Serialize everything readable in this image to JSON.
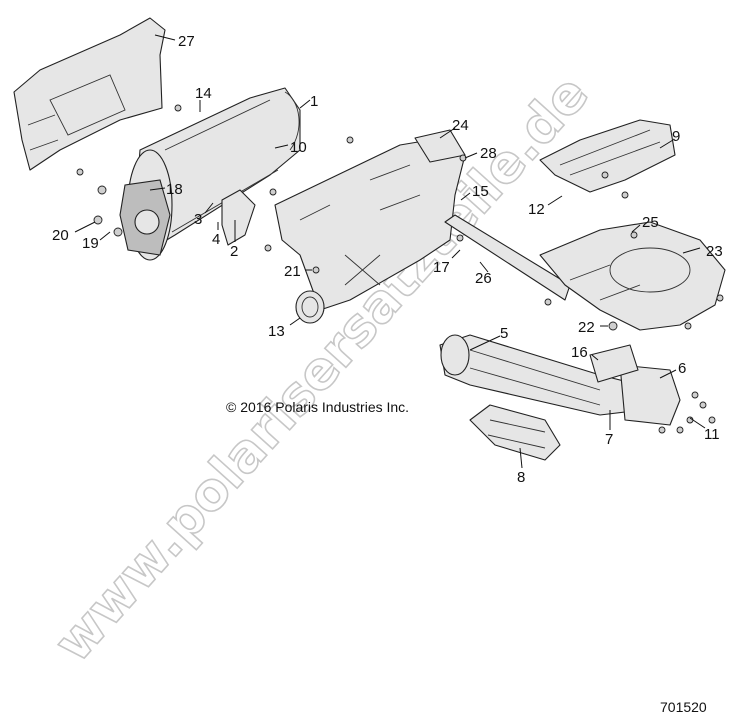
{
  "copyright": "© 2016 Polaris Industries Inc.",
  "reference_number": "701520",
  "watermark": "www.polarisersatzteile.de",
  "callouts": {
    "c1": "1",
    "c2": "2",
    "c3": "3",
    "c4": "4",
    "c5": "5",
    "c6": "6",
    "c7": "7",
    "c8": "8",
    "c9": "9",
    "c10": "10",
    "c11": "11",
    "c12": "12",
    "c13": "13",
    "c14": "14",
    "c15": "15",
    "c16": "16",
    "c17": "17",
    "c18": "18",
    "c19": "19",
    "c20": "20",
    "c21": "21",
    "c22": "22",
    "c23": "23",
    "c24": "24",
    "c25": "25",
    "c26": "26",
    "c27": "27",
    "c28": "28"
  },
  "colors": {
    "line": "#111111",
    "part_fill": "#e6e6e6",
    "watermark": "#9a9a9a"
  }
}
